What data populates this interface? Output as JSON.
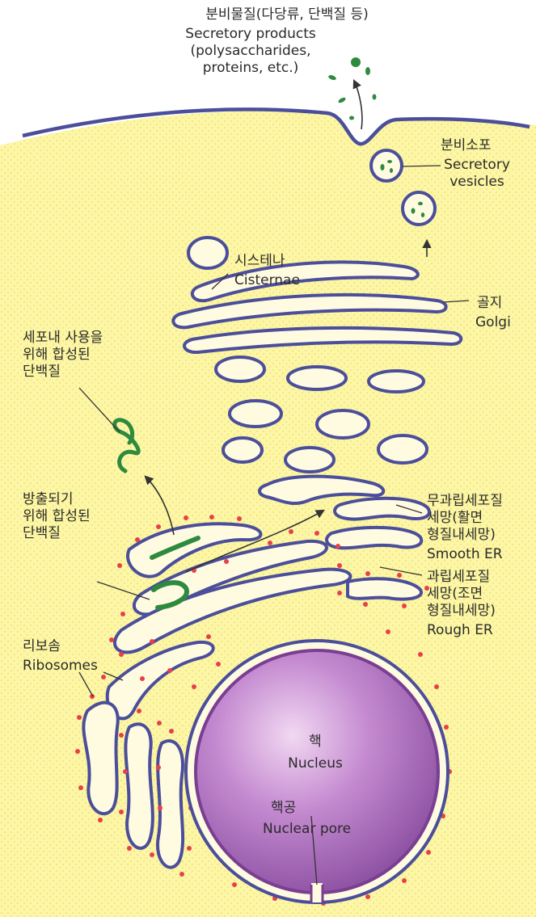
{
  "labels": {
    "secretory_products": {
      "ko": "분비물질(다당류, 단백질 등)",
      "en": "Secretory products\n(polysaccharides,\nproteins, etc.)"
    },
    "secretory_vesicles": {
      "ko": "분비소포",
      "en": "Secretory\nvesicles"
    },
    "cisternae": {
      "ko": "시스테나",
      "en": "Cisternae"
    },
    "golgi": {
      "ko": "골지",
      "en": "Golgi"
    },
    "intracellular_proteins": {
      "ko": "세포내 사용을\n위해 합성된\n단백질"
    },
    "export_proteins": {
      "ko": "방출되기\n위해 합성된\n단백질"
    },
    "smooth_er": {
      "ko": "무과립세포질\n세망(활면\n형질내세망)",
      "en": "Smooth ER"
    },
    "rough_er": {
      "ko": "과립세포질\n세망(조면\n형질내세망)",
      "en": "Rough ER"
    },
    "ribosomes": {
      "ko": "리보솜",
      "en": "Ribosomes"
    },
    "nucleus": {
      "ko": "핵",
      "en": "Nucleus"
    },
    "nuclear_pore": {
      "ko": "핵공",
      "en": "Nuclear pore"
    }
  },
  "colors": {
    "cytoplasm": "#fcf6a6",
    "membrane": "#4b4e9a",
    "ribosome": "#e8404a",
    "protein": "#2e8a3e",
    "nucleus": "#8a4ea0"
  }
}
